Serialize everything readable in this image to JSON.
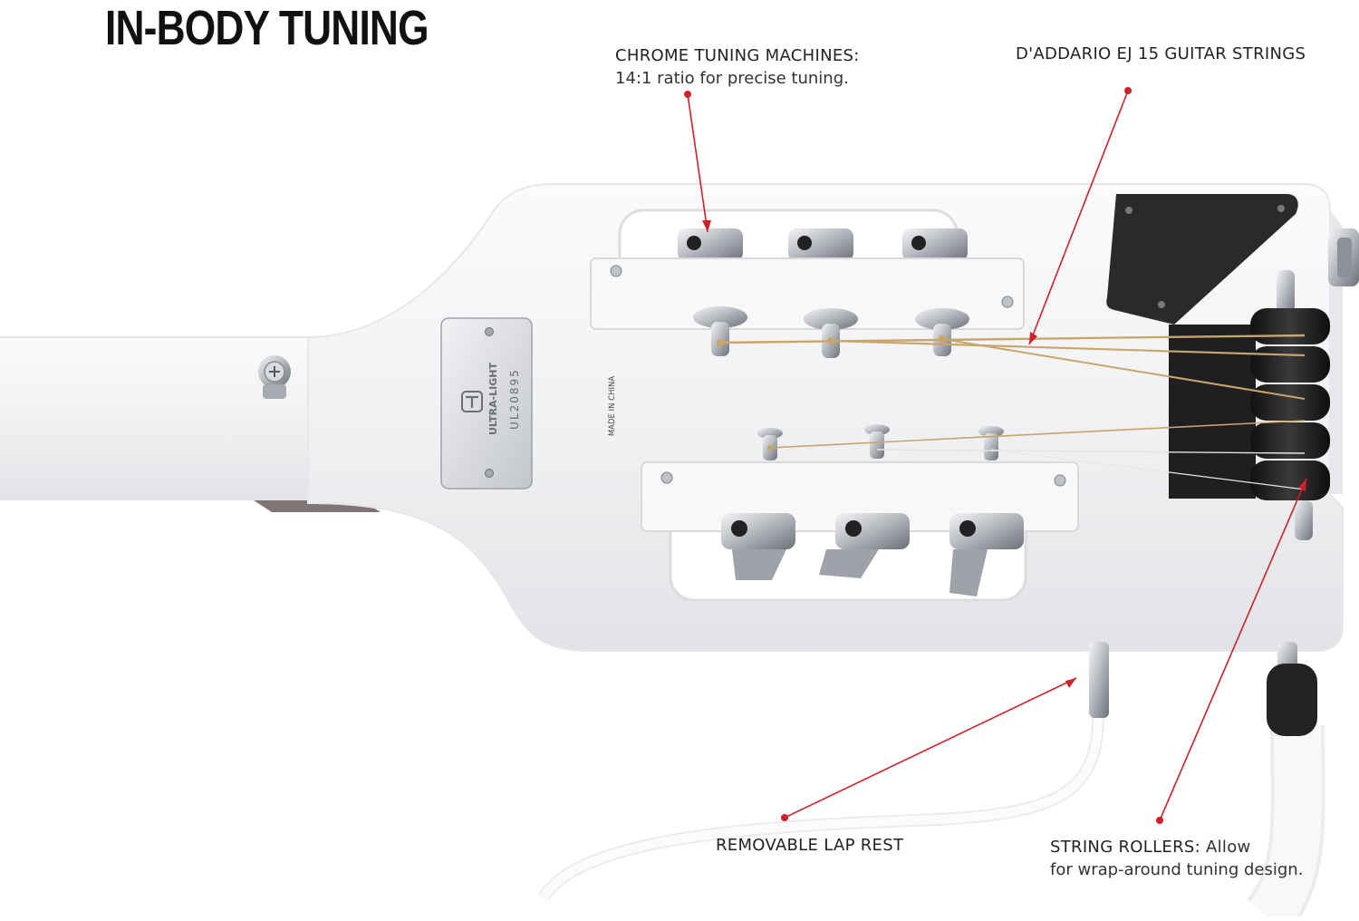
{
  "title": "IN-BODY TUNING",
  "callouts": {
    "chrome_tuners": {
      "head": "CHROME TUNING MACHINES:",
      "desc": "14:1 ratio for precise tuning."
    },
    "strings": {
      "head": "D'ADDARIO EJ 15 GUITAR STRINGS"
    },
    "lap_rest": {
      "head": "REMOVABLE LAP REST"
    },
    "rollers": {
      "head": "STRING ROLLERS:",
      "desc_inline": " Allow",
      "desc": "for wrap-around tuning design."
    }
  },
  "plate": {
    "brand": "ULTRA-LIGHT",
    "serial": "UL20895"
  },
  "made_in": "MADE IN CHINA",
  "colors": {
    "accent": "#d0202a",
    "body": "#f2f3f5",
    "chrome": "#c9ccd1",
    "rubber": "#1c1c1c",
    "string": "#c8a56a"
  }
}
